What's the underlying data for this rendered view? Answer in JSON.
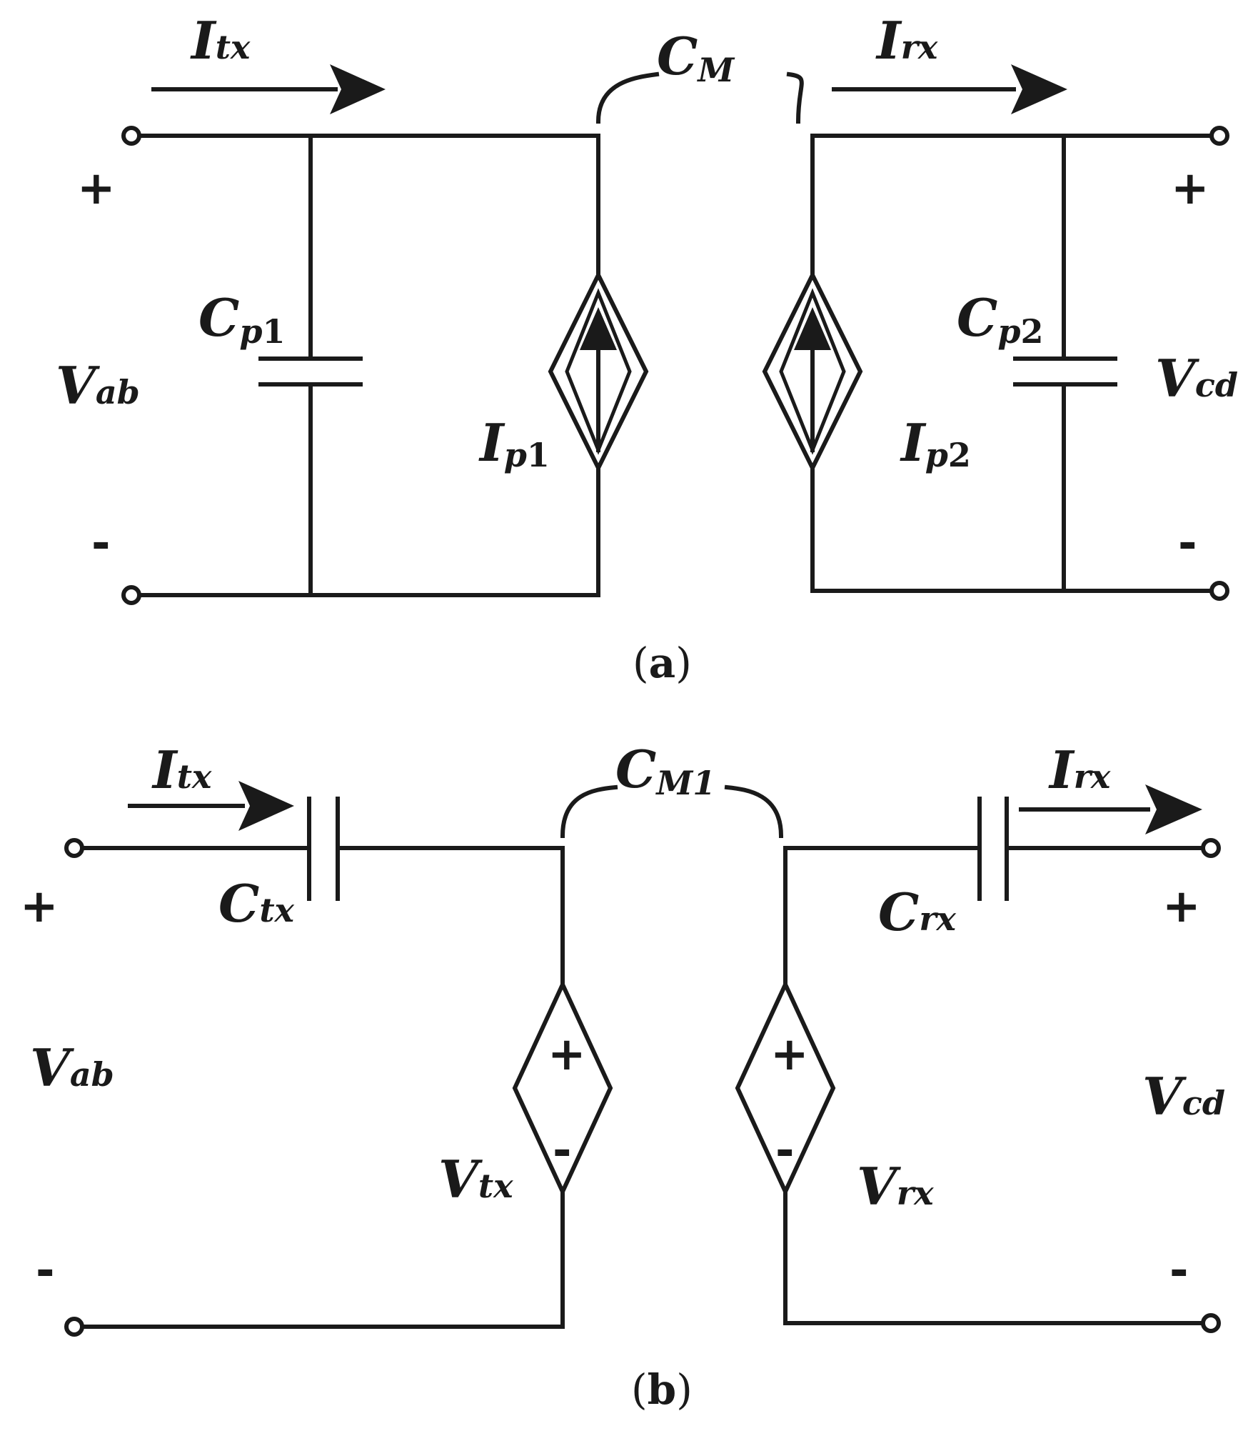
{
  "panel_a": {
    "caption": {
      "open": "(",
      "letter": "a",
      "close": ")"
    },
    "i_tx": {
      "main": "I",
      "sub": "tx"
    },
    "i_rx": {
      "main": "I",
      "sub": "rx"
    },
    "c_m": {
      "main": "C",
      "sub": "M"
    },
    "c_p1": {
      "main": "C",
      "sub": "p",
      "subnum": "1"
    },
    "c_p2": {
      "main": "C",
      "sub": "p",
      "subnum": "2"
    },
    "i_p1": {
      "main": "I",
      "sub": "p",
      "subnum": "1"
    },
    "i_p2": {
      "main": "I",
      "sub": "p",
      "subnum": "2"
    },
    "v_ab": {
      "main": "V",
      "sub": "ab"
    },
    "v_cd": {
      "main": "V",
      "sub": "cd"
    },
    "plus": "+",
    "minus": "-"
  },
  "panel_b": {
    "caption": {
      "open": "(",
      "letter": "b",
      "close": ")"
    },
    "i_tx": {
      "main": "I",
      "sub": "tx"
    },
    "i_rx": {
      "main": "I",
      "sub": "rx"
    },
    "c_m1": {
      "main": "C",
      "sub": "M1"
    },
    "c_tx": {
      "main": "C",
      "sub": "tx"
    },
    "c_rx": {
      "main": "C",
      "sub": "rx"
    },
    "v_tx": {
      "main": "V",
      "sub": "tx"
    },
    "v_rx": {
      "main": "V",
      "sub": "rx"
    },
    "v_ab": {
      "main": "V",
      "sub": "ab"
    },
    "v_cd": {
      "main": "V",
      "sub": "cd"
    },
    "plus": "+",
    "minus": "-"
  }
}
